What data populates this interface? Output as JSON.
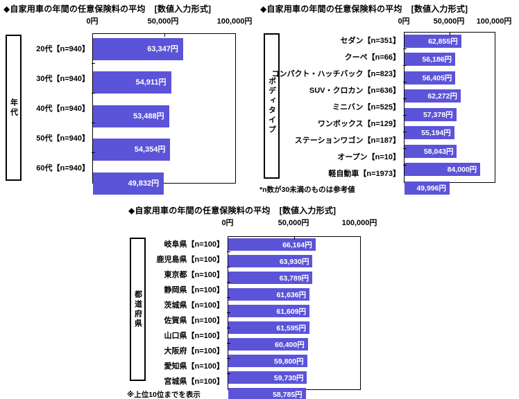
{
  "colors": {
    "bar": "#5b54d8",
    "bar_label_text": "#ffffff",
    "text": "#000000",
    "plot_border": "#000000"
  },
  "chart_data": [
    {
      "type": "bar",
      "orientation": "horizontal",
      "title": "◆自家用車の年間の任意保険料の平均",
      "format_note": "[数値入力形式]",
      "group_label": "年代",
      "xlim": [
        0,
        100000
      ],
      "axis_ticks": [
        "0円",
        "50,000円",
        "100,000円"
      ],
      "categories": [
        "20代【n=940】",
        "30代【n=940】",
        "40代【n=940】",
        "50代【n=940】",
        "60代【n=940】"
      ],
      "values": [
        63347,
        54911,
        53488,
        54354,
        49832
      ],
      "value_labels": [
        "63,347円",
        "54,911円",
        "53,488円",
        "54,354円",
        "49,832円"
      ],
      "footnote": ""
    },
    {
      "type": "bar",
      "orientation": "horizontal",
      "title": "◆自家用車の年間の任意保険料の平均",
      "format_note": "[数値入力形式]",
      "group_label": "ボディタイプ",
      "xlim": [
        0,
        100000
      ],
      "axis_ticks": [
        "0円",
        "50,000円",
        "100,000円"
      ],
      "categories": [
        "セダン【n=351】",
        "クーペ【n=66】",
        "コンパクト・ハッチバック【n=823】",
        "SUV・クロカン【n=636】",
        "ミニバン【n=525】",
        "ワンボックス【n=129】",
        "ステーションワゴン【n=187】",
        "オープン【n=10】",
        "軽自動車【n=1973】"
      ],
      "values": [
        62855,
        56186,
        56405,
        62272,
        57378,
        55194,
        58043,
        84000,
        49996
      ],
      "value_labels": [
        "62,855円",
        "56,186円",
        "56,405円",
        "62,272円",
        "57,378円",
        "55,194円",
        "58,043円",
        "84,000円",
        "49,996円"
      ],
      "footnote": "*n数が30未満のものは参考値"
    },
    {
      "type": "bar",
      "orientation": "horizontal",
      "title": "◆自家用車の年間の任意保険料の平均",
      "format_note": "[数値入力形式]",
      "group_label": "都道府県",
      "xlim": [
        0,
        100000
      ],
      "axis_ticks": [
        "0円",
        "50,000円",
        "100,000円"
      ],
      "categories": [
        "岐阜県【n=100】",
        "鹿児島県【n=100】",
        "東京都【n=100】",
        "静岡県【n=100】",
        "茨城県【n=100】",
        "佐賀県【n=100】",
        "山口県【n=100】",
        "大阪府【n=100】",
        "愛知県【n=100】",
        "宮城県【n=100】"
      ],
      "values": [
        66164,
        63930,
        63789,
        61636,
        61609,
        61595,
        60400,
        59800,
        59730,
        58785
      ],
      "value_labels": [
        "66,164円",
        "63,930円",
        "63,789円",
        "61,636円",
        "61,609円",
        "61,595円",
        "60,400円",
        "59,800円",
        "59,730円",
        "58,785円"
      ],
      "footnote": "※上位10位までを表示"
    }
  ]
}
